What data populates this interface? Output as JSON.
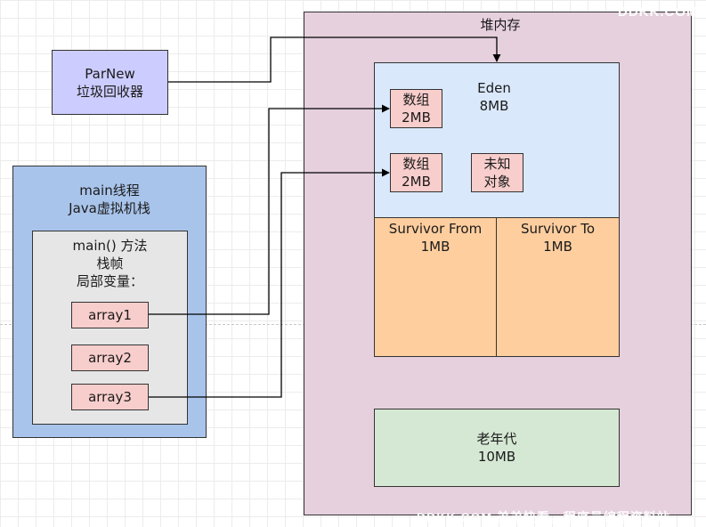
{
  "parnew": {
    "line1": "ParNew",
    "line2": "垃圾回收器"
  },
  "thread": {
    "line1": "main线程",
    "line2": "Java虚拟机栈",
    "frame": {
      "line1": "main() 方法",
      "line2": "栈帧",
      "line3": "局部变量："
    },
    "variables": [
      "array1",
      "array2",
      "array3"
    ]
  },
  "heap": {
    "title": "堆内存",
    "eden": {
      "name": "Eden",
      "size": "8MB",
      "blocks": [
        {
          "line1": "数组",
          "line2": "2MB"
        },
        {
          "line1": "数组",
          "line2": "2MB"
        },
        {
          "line1": "未知",
          "line2": "对象"
        }
      ]
    },
    "survivor_from": {
      "name": "Survivor From",
      "size": "1MB"
    },
    "survivor_to": {
      "name": "Survivor To",
      "size": "1MB"
    },
    "old_gen": {
      "name": "老年代",
      "size": "10MB"
    }
  },
  "watermarks": {
    "top": "DDKK.COM",
    "bottom": "DDKK.COM 弟弟快看，程序员编程资料站"
  },
  "colors": {
    "heap_bg": "#e6d0de",
    "eden_bg": "#dae8fc",
    "survivor_bg": "#ffce9f",
    "old_bg": "#d5e8d4",
    "block_bg": "#f8cecc",
    "thread_bg": "#a9c4eb",
    "frame_bg": "#e6e6e6",
    "parnew_bg": "#ccccff"
  }
}
